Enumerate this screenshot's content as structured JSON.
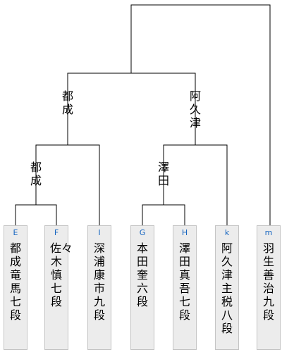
{
  "players": [
    {
      "seed": "E",
      "name": "都成竜馬七段"
    },
    {
      "seed": "F",
      "name": "佐々木慎七段"
    },
    {
      "seed": "I",
      "name": "深浦康市九段"
    },
    {
      "seed": "G",
      "name": "本田　奎六段"
    },
    {
      "seed": "H",
      "name": "澤田真吾七段"
    },
    {
      "seed": "k",
      "name": "阿久津主税八段"
    },
    {
      "seed": "m",
      "name": "羽生善治九段"
    }
  ],
  "winners": {
    "round1_left": "都成",
    "round1_right": "澤田",
    "semifinal_left": "都成",
    "semifinal_right": "阿久津"
  }
}
